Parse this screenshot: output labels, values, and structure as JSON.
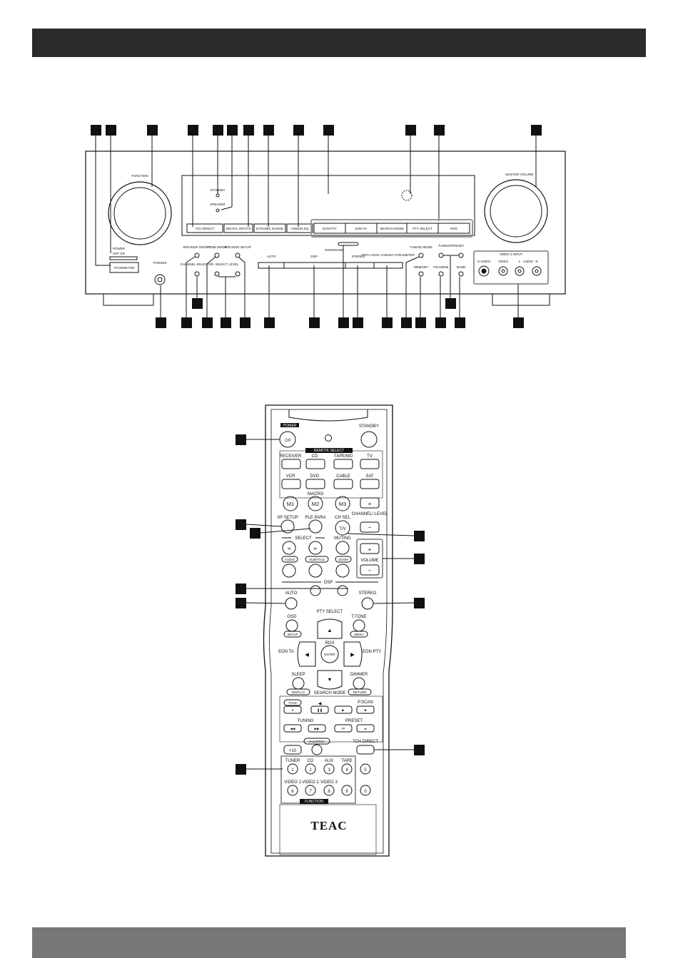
{
  "front_panel": {
    "function_label": "FUNCTION",
    "master_volume_label": "MASTER VOLUME",
    "standby_label": "STANDBY",
    "speakers_label": "SPEAKER",
    "power_label": "POWER",
    "power_state": "OFF  ON",
    "standby_on_label": "STANDBY/ON",
    "phones_label": "PHONES",
    "display_buttons": [
      "7CH DIRECT",
      "DIGITAL INPUTS",
      "DYNAMIC RANGE",
      "CINEMA EQ"
    ],
    "rds_buttons": [
      "EON PTY",
      "EON TA",
      "SEARCH MODE",
      "PTY SELECT",
      "RDS"
    ],
    "speaker_onoff_label": "SPEAKER ON/OFF",
    "tone_mode_label": "TONE MODE",
    "speaker_setup_label": "SPEAKER SETUP",
    "channel_selector_label": "CHANNEL SELECTOR",
    "select_level_label": "SELECT LEVEL",
    "surround_label": "SURROUND",
    "auto_label": "AUTO",
    "dsp_label": "DSP",
    "stereo_label": "STEREO",
    "pro_logic_label": "PRO LOGIC II MUSIC PARAMETER",
    "tuning_mode_label": "TUNING MODE",
    "tuning_preset_label": "TUNING/PRESET",
    "memory_label": "MEMORY",
    "fm_mode_label": "FM MODE",
    "band_label": "BAND",
    "video3_input_label": "VIDEO 3 INPUT",
    "video3_jacks": [
      "S-VIDEO",
      "VIDEO",
      "L",
      "AUDIO",
      "R"
    ]
  },
  "remote": {
    "power_label": "POWER",
    "power_symbol": "⏻/I",
    "standby_label": "STANDBY",
    "remote_select_label": "REMOTE SELECT",
    "source_row1": [
      "RECEIVER",
      "CD",
      "TAPE/MD",
      "TV"
    ],
    "source_row2": [
      "VCR",
      "DVD",
      "CABLE",
      "SAT"
    ],
    "macro_label": "MACRO",
    "macro_buttons": [
      "M1",
      "M2",
      "M3"
    ],
    "channel_level_label": "CHANNEL/ LEVEL",
    "plus": "+",
    "minus": "−",
    "sp_setup_label": "SP SETUP",
    "ple_para_label": "PLE PARA",
    "ch_sel_label": "CH SEL",
    "tv_label": "T/V",
    "select_label": "SELECT",
    "muting_label": "MUTING",
    "audio_label": "AUDIO",
    "subtitle_label": "SUBTITLE",
    "zoom_label": "ZOOM",
    "volume_label": "VOLUME",
    "dsp_label": "DSP",
    "auto_label": "AUTO",
    "stereo_label": "STEREO",
    "osd_label": "OSD",
    "pty_select_label": "PTY SELECT",
    "t_tone_label": "T.TONE",
    "setup_label": "SETUP",
    "menu_label": "MENU",
    "rds_label": "RDS",
    "enter_label": "ENTER",
    "eon_ta_label": "EON TA",
    "eon_pty_label": "EON PTY",
    "sleep_label": "SLEEP",
    "dimmer_label": "DIMMER",
    "display_label": "DISPLAY",
    "search_mode_label": "SEARCH MODE",
    "return_label": "RETURN",
    "title_label": "TITLE",
    "pscan_label": "P.SCAN",
    "tuning_label": "TUNING",
    "preset_label": "PRESET",
    "pal_ntsc_label": "PAL/NTSC",
    "seven_ch_direct_label": "7CH DIRECT",
    "plus10_label": "+10",
    "num_row1_labels": [
      "TUNER",
      "CD",
      "AUX",
      "TAPE"
    ],
    "num_row1": [
      "1",
      "2",
      "3",
      "4",
      "5"
    ],
    "num_row2_labels": [
      "VIDEO 1",
      "VIDEO 2",
      "VIDEO 3"
    ],
    "num_row2": [
      "6",
      "7",
      "8",
      "9",
      "0"
    ],
    "function_label": "FUNCTION",
    "brand": "TEAC"
  }
}
